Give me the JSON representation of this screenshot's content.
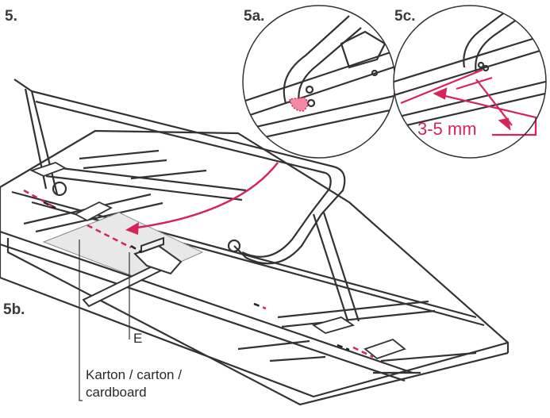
{
  "labels": {
    "step_main": "5.",
    "step_a": "5a.",
    "step_c": "5c.",
    "step_b": "5b.",
    "part_e": "E",
    "cardboard_line1": "Karton / carton /",
    "cardboard_line2": "cardboard",
    "dimension": "3-5 mm"
  },
  "colors": {
    "line": "#333333",
    "accent": "#d6245a",
    "accent_fill": "#f28aa5",
    "cardboard": "#e8e8e8",
    "background": "#ffffff"
  }
}
